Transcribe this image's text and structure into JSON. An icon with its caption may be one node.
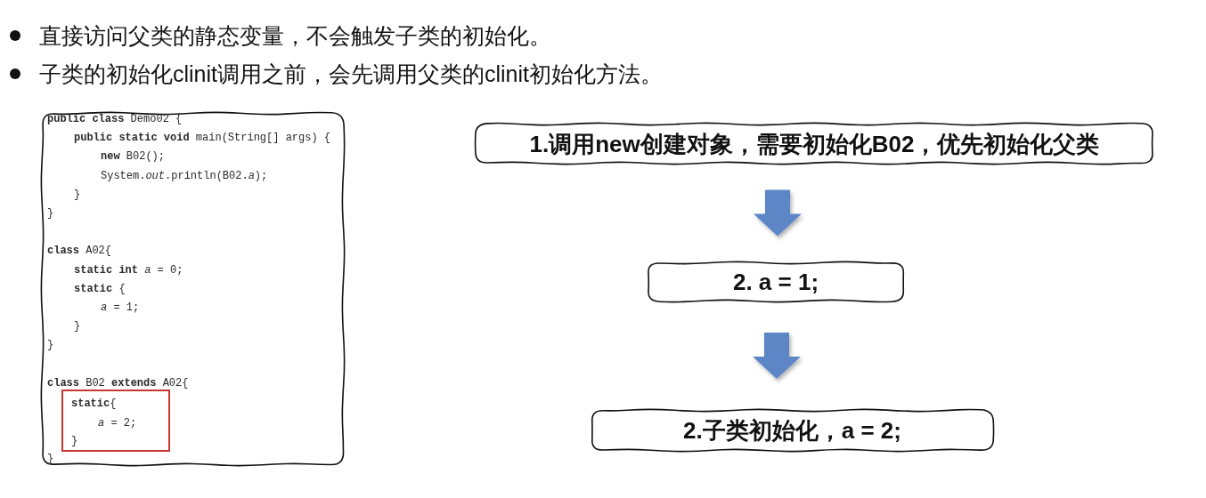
{
  "diagram": {
    "nodes": [
      {
        "text": [
          "**public class** Demo02 {",
          "**public static void** main(String[] args) {",
          "**new** B02();",
          "System.*out*.println(B02.*a*);",
          "}",
          "}",
          "**class** A02{",
          "**static int** *a* = 0;",
          "**static** {",
          "*a* = 1;",
          "}",
          "}",
          "**class** B02 **extends** A02{",
          "}"
        ]
      },
      {
        "text": [
          "**static**{",
          "*a* = 2;",
          "}"
        ],
        "in": 0
      },
      {
        "text": [
          "1.调用new创建对象，需要初始化B02，优先初始化父类"
        ]
      },
      {
        "text": [
          "2. a = 1;"
        ]
      },
      {
        "text": [
          "2.子类初始化，a = 2;"
        ]
      }
    ],
    "edges": [
      {
        "from": 2,
        "to": 3,
        "arrow": "to",
        "style": "thick"
      },
      {
        "from": 3,
        "to": 4,
        "arrow": "to",
        "style": "thick"
      }
    ],
    "labels": [
      "直接访问父类的静态变量，不会触发子类的初始化。",
      "子类的初始化clinit调用之前，会先调用父类的clinit初始化方法。"
    ]
  }
}
